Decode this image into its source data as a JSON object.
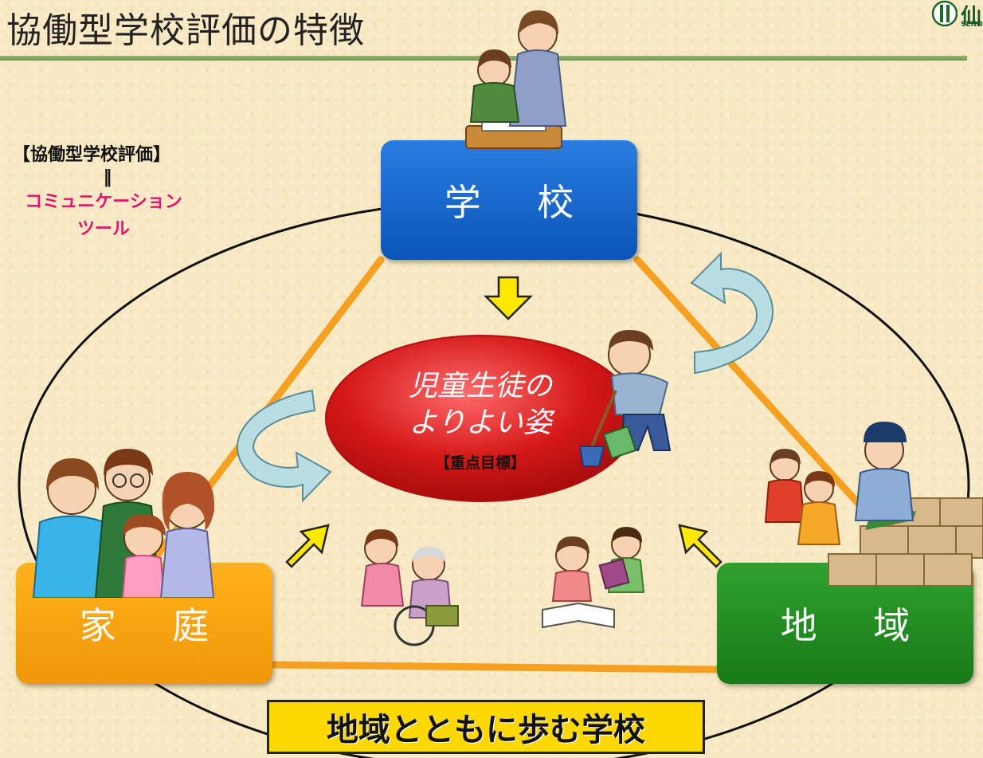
{
  "title": "協働型学校評価の特徴",
  "logo": {
    "text": "仙台市",
    "sub": "SENDAI CITY"
  },
  "side_note": {
    "heading": "【協働型学校評価】",
    "equals": "‖",
    "line1": "コミュニケーション",
    "line2": "ツール"
  },
  "nodes": {
    "school": "学 校",
    "home": "家 庭",
    "community": "地 域"
  },
  "center": {
    "line1": "児童生徒の",
    "line2": "よりよい姿",
    "tag": "【重点目標】"
  },
  "slogan": "地域とともに歩む学校",
  "colors": {
    "school": "#0b63c9",
    "home": "#f7a20f",
    "community": "#1f8a1f",
    "triangle": "#f5a020",
    "arrow_yellow": "#ffe800",
    "arrow_curve": "#b9dde3",
    "ellipse": "#d51818",
    "accent_pink": "#e0156f"
  },
  "icons": [
    "teacher-and-student-illustration",
    "family-illustration",
    "farmer-and-children-illustration",
    "boy-sweeping-illustration",
    "girl-with-wheelchair-elder-illustration",
    "children-reading-illustration",
    "down-arrow-icon",
    "up-right-arrow-icon",
    "up-left-arrow-icon",
    "curved-arrow-icon"
  ]
}
